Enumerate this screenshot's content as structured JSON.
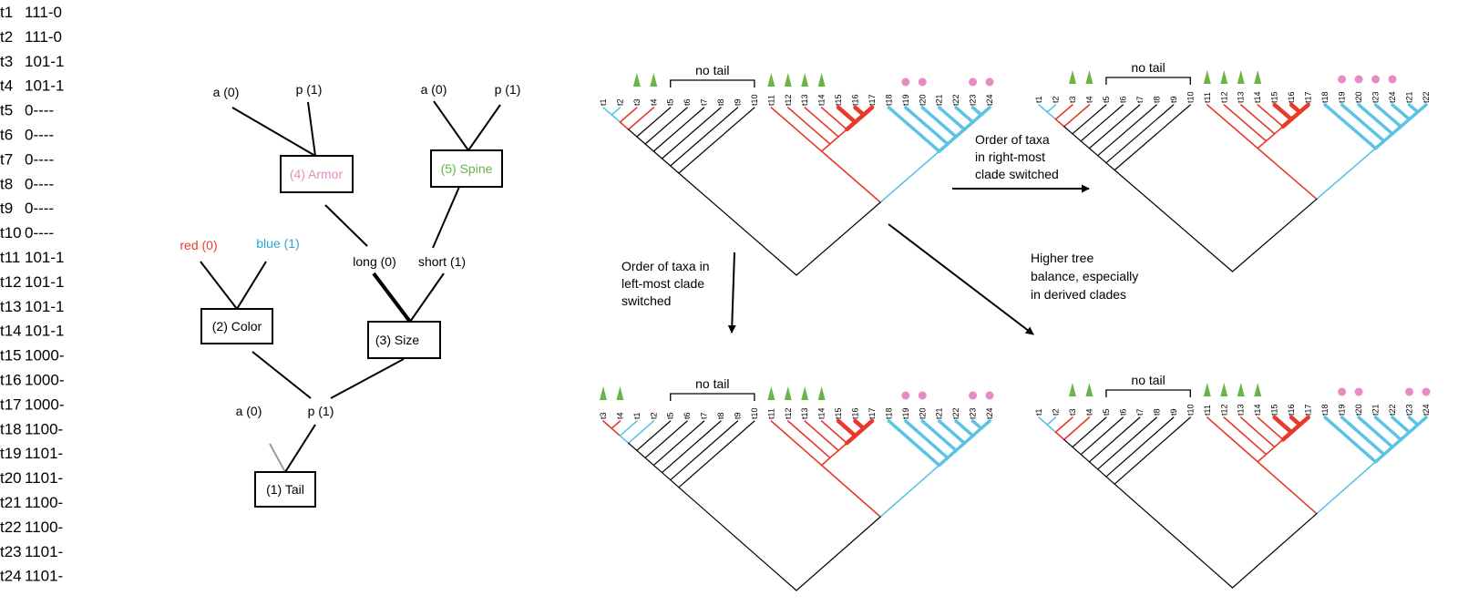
{
  "matrix": [
    {
      "taxon": "t1",
      "code": "111-0"
    },
    {
      "taxon": "t2",
      "code": "111-0"
    },
    {
      "taxon": "t3",
      "code": "101-1"
    },
    {
      "taxon": "t4",
      "code": "101-1"
    },
    {
      "taxon": "t5",
      "code": "0----"
    },
    {
      "taxon": "t6",
      "code": "0----"
    },
    {
      "taxon": "t7",
      "code": "0----"
    },
    {
      "taxon": "t8",
      "code": "0----"
    },
    {
      "taxon": "t9",
      "code": "0----"
    },
    {
      "taxon": "t10",
      "code": "0----"
    },
    {
      "taxon": "t11",
      "code": "101-1"
    },
    {
      "taxon": "t12",
      "code": "101-1"
    },
    {
      "taxon": "t13",
      "code": "101-1"
    },
    {
      "taxon": "t14",
      "code": "101-1"
    },
    {
      "taxon": "t15",
      "code": "1000-"
    },
    {
      "taxon": "t16",
      "code": "1000-"
    },
    {
      "taxon": "t17",
      "code": "1000-"
    },
    {
      "taxon": "t18",
      "code": "1100-"
    },
    {
      "taxon": "t19",
      "code": "1101-"
    },
    {
      "taxon": "t20",
      "code": "1101-"
    },
    {
      "taxon": "t21",
      "code": "1100-"
    },
    {
      "taxon": "t22",
      "code": "1100-"
    },
    {
      "taxon": "t23",
      "code": "1101-"
    },
    {
      "taxon": "t24",
      "code": "1101-"
    }
  ],
  "characters": {
    "tail": "(1) Tail",
    "color": "(2) Color",
    "size": "(3) Size",
    "armor": "(4) Armor",
    "spine": "(5) Spine"
  },
  "states": {
    "tail_absent": "a (0)",
    "tail_present": "p (1)",
    "color_red": "red (0)",
    "color_blue": "blue (1)",
    "size_long": "long (0)",
    "size_short": "short (1)",
    "armor_absent": "a (0)",
    "armor_present": "p (1)",
    "spine_absent": "a (0)",
    "spine_present": "p (1)"
  },
  "colors": {
    "red": "#e8392b",
    "blue": "#5bc4e2",
    "green": "#6ab545",
    "pink": "#e88bc4",
    "gray": "#9a9a9a",
    "black": "#000000"
  },
  "trees": {
    "clade_label": "no tail",
    "A": [
      "t1",
      "t2",
      "t3",
      "t4",
      "t5",
      "t6",
      "t7",
      "t8",
      "t9",
      "t10",
      "t11",
      "t12",
      "t13",
      "t14",
      "t15",
      "t16",
      "t17",
      "t18",
      "t19",
      "t20",
      "t21",
      "t22",
      "t23",
      "t24"
    ],
    "B": [
      "t1",
      "t2",
      "t3",
      "t4",
      "t5",
      "t6",
      "t7",
      "t8",
      "t9",
      "t10",
      "t11",
      "t12",
      "t13",
      "t14",
      "t15",
      "t16",
      "t17",
      "t18",
      "t19",
      "t20",
      "t23",
      "t24",
      "t21",
      "t22"
    ],
    "C": [
      "t3",
      "t4",
      "t1",
      "t2",
      "t5",
      "t6",
      "t7",
      "t8",
      "t9",
      "t10",
      "t11",
      "t12",
      "t13",
      "t14",
      "t15",
      "t16",
      "t17",
      "t18",
      "t19",
      "t20",
      "t21",
      "t22",
      "t23",
      "t24"
    ],
    "D": [
      "t1",
      "t2",
      "t3",
      "t4",
      "t5",
      "t6",
      "t7",
      "t8",
      "t9",
      "t10",
      "t11",
      "t12",
      "t13",
      "t14",
      "t15",
      "t16",
      "t17",
      "t18",
      "t19",
      "t20",
      "t21",
      "t22",
      "t23",
      "t24"
    ]
  },
  "arrows": {
    "right_most": [
      "Order of taxa",
      "in right-most",
      "clade switched"
    ],
    "left_most": [
      "Order of taxa in",
      "left-most clade",
      "switched"
    ],
    "balance": [
      "Higher tree",
      "balance, especially",
      "in derived clades"
    ]
  }
}
